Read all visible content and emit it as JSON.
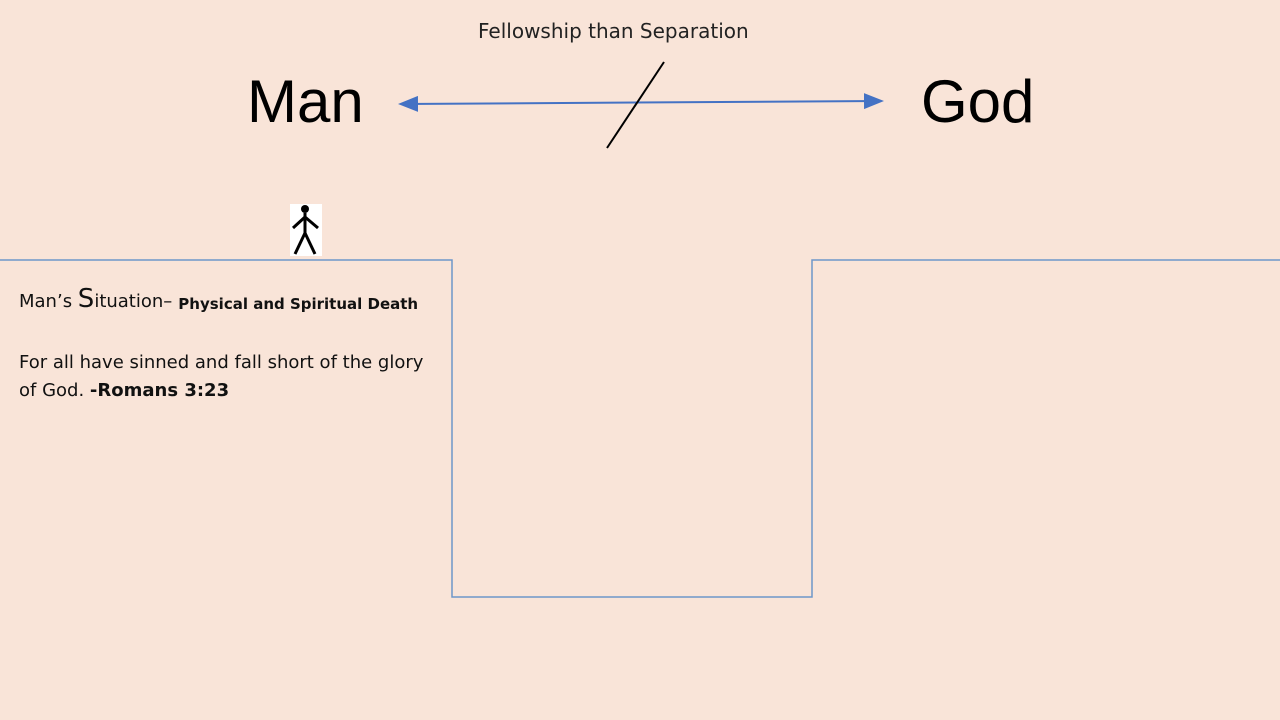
{
  "diagram": {
    "caption": "Fellowship than Separation",
    "man_label": "Man",
    "god_label": "God",
    "situation": {
      "prefix": "Man’s ",
      "big_letter": "S",
      "rest": "ituation–",
      "detail": "Physical and Spiritual Death"
    },
    "verse": {
      "text": "For all have sinned and fall short of the glory of God.",
      "reference": "-Romans 3:23"
    }
  },
  "colors": {
    "background": "#f9e4d8",
    "arrow": "#4472c4",
    "cliff_outline": "#6d96c9",
    "text": "#000000"
  },
  "icons": {
    "figure": "stick-figure-icon",
    "arrow": "double-headed-arrow",
    "strike": "slash-line"
  }
}
